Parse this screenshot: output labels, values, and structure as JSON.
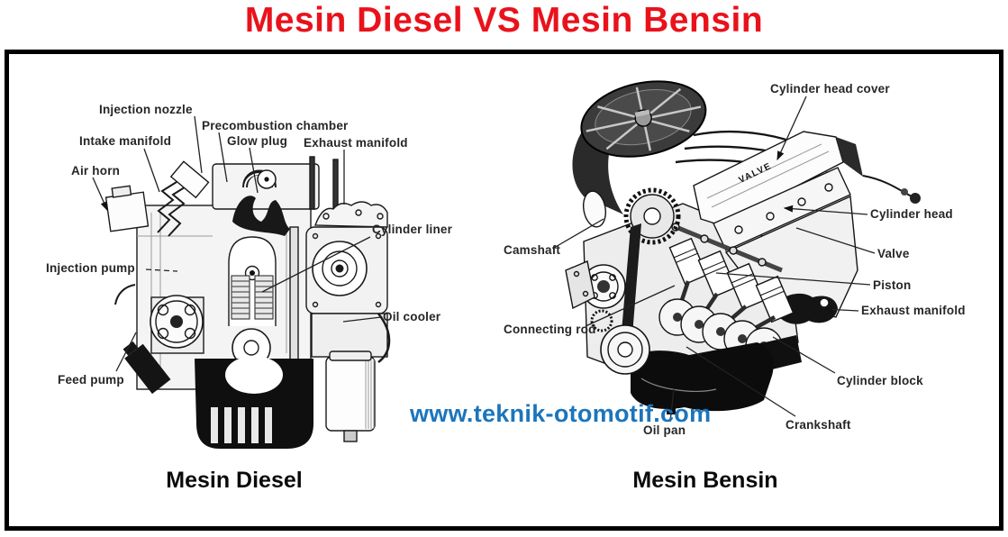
{
  "title": {
    "text": "Mesin Diesel VS Mesin Bensin",
    "color": "#e9121b"
  },
  "watermark": {
    "text": "www.teknik-otomotif.com",
    "color": "#1b75bc"
  },
  "diesel": {
    "caption": "Mesin Diesel",
    "labels": [
      "Injection nozzle",
      "Intake manifold",
      "Precombustion chamber",
      "Glow plug",
      "Exhaust manifold",
      "Air horn",
      "Cylinder liner",
      "Injection pump",
      "Oil cooler",
      "Feed pump"
    ]
  },
  "bensin": {
    "caption": "Mesin Bensin",
    "engine_text": "VALVE",
    "labels": [
      "Cylinder head cover",
      "Camshaft",
      "Cylinder head",
      "Valve",
      "Piston",
      "Exhaust manifold",
      "Connecting rod",
      "Cylinder block",
      "Crankshaft",
      "Oil pan"
    ]
  }
}
